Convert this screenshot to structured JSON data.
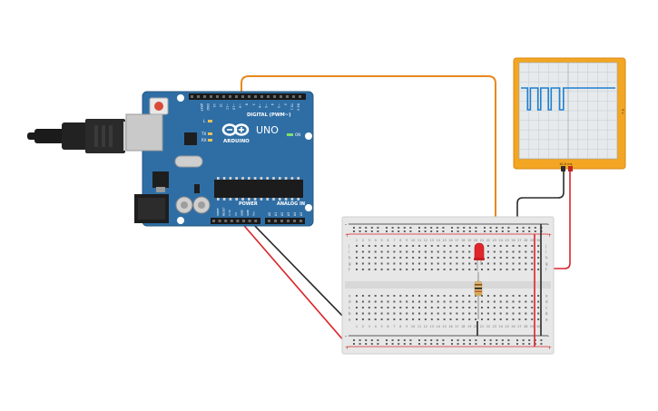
{
  "arduino": {
    "logo_text": "ARDUINO",
    "model": "UNO",
    "digital_label": "DIGITAL (PWM~)",
    "power_label": "POWER",
    "analog_label": "ANALOG IN",
    "on_label": "ON",
    "tx_label": "TX",
    "rx_label": "RX",
    "l_label": "L",
    "digital_pins": [
      "AREF",
      "GND",
      "13",
      "12",
      "~11",
      "~10",
      "~9",
      "8",
      "7",
      "~6",
      "~5",
      "4",
      "~3",
      "2",
      "TX 1",
      "RX 0"
    ],
    "power_pins": [
      "IOREF",
      "RESET",
      "3.3V",
      "5V",
      "GND",
      "GND",
      "Vin"
    ],
    "analog_pins": [
      "A0",
      "A1",
      "A2",
      "A3",
      "A4",
      "A5"
    ]
  },
  "oscilloscope": {
    "footer_text": "10.0 ms",
    "side_text": "5 V",
    "waveform_x": [
      0,
      0.07,
      0.07,
      0.1,
      0.1,
      0.18,
      0.18,
      0.21,
      0.21,
      0.29,
      0.29,
      0.32,
      0.32,
      0.41,
      0.41,
      0.45,
      0.45,
      1
    ],
    "waveform_level": [
      1,
      1,
      0,
      0,
      1,
      1,
      0,
      0,
      1,
      1,
      0,
      0,
      1,
      1,
      0,
      0,
      1,
      1
    ]
  },
  "breadboard": {
    "col_numbers": [
      "1",
      "2",
      "3",
      "4",
      "5",
      "6",
      "7",
      "8",
      "9",
      "10",
      "11",
      "12",
      "13",
      "14",
      "15",
      "16",
      "17",
      "18",
      "19",
      "20",
      "21",
      "22",
      "23",
      "24",
      "25",
      "26",
      "27",
      "28",
      "29",
      "30"
    ],
    "row_letters_top": [
      "j",
      "i",
      "h",
      "g",
      "f"
    ],
    "row_letters_bottom": [
      "e",
      "d",
      "c",
      "b",
      "a"
    ],
    "plus_sign": "+",
    "minus_sign": "-"
  },
  "colors": {
    "board": "#2f6ea5",
    "board_dark": "#25597f",
    "wire_orange": "#e8891e",
    "wire_red": "#d9262b",
    "wire_black": "#2b2b2b",
    "scope_frame": "#f3a623",
    "scope_trace": "#1f7fd1",
    "breadboard": "#e7e7e7"
  }
}
